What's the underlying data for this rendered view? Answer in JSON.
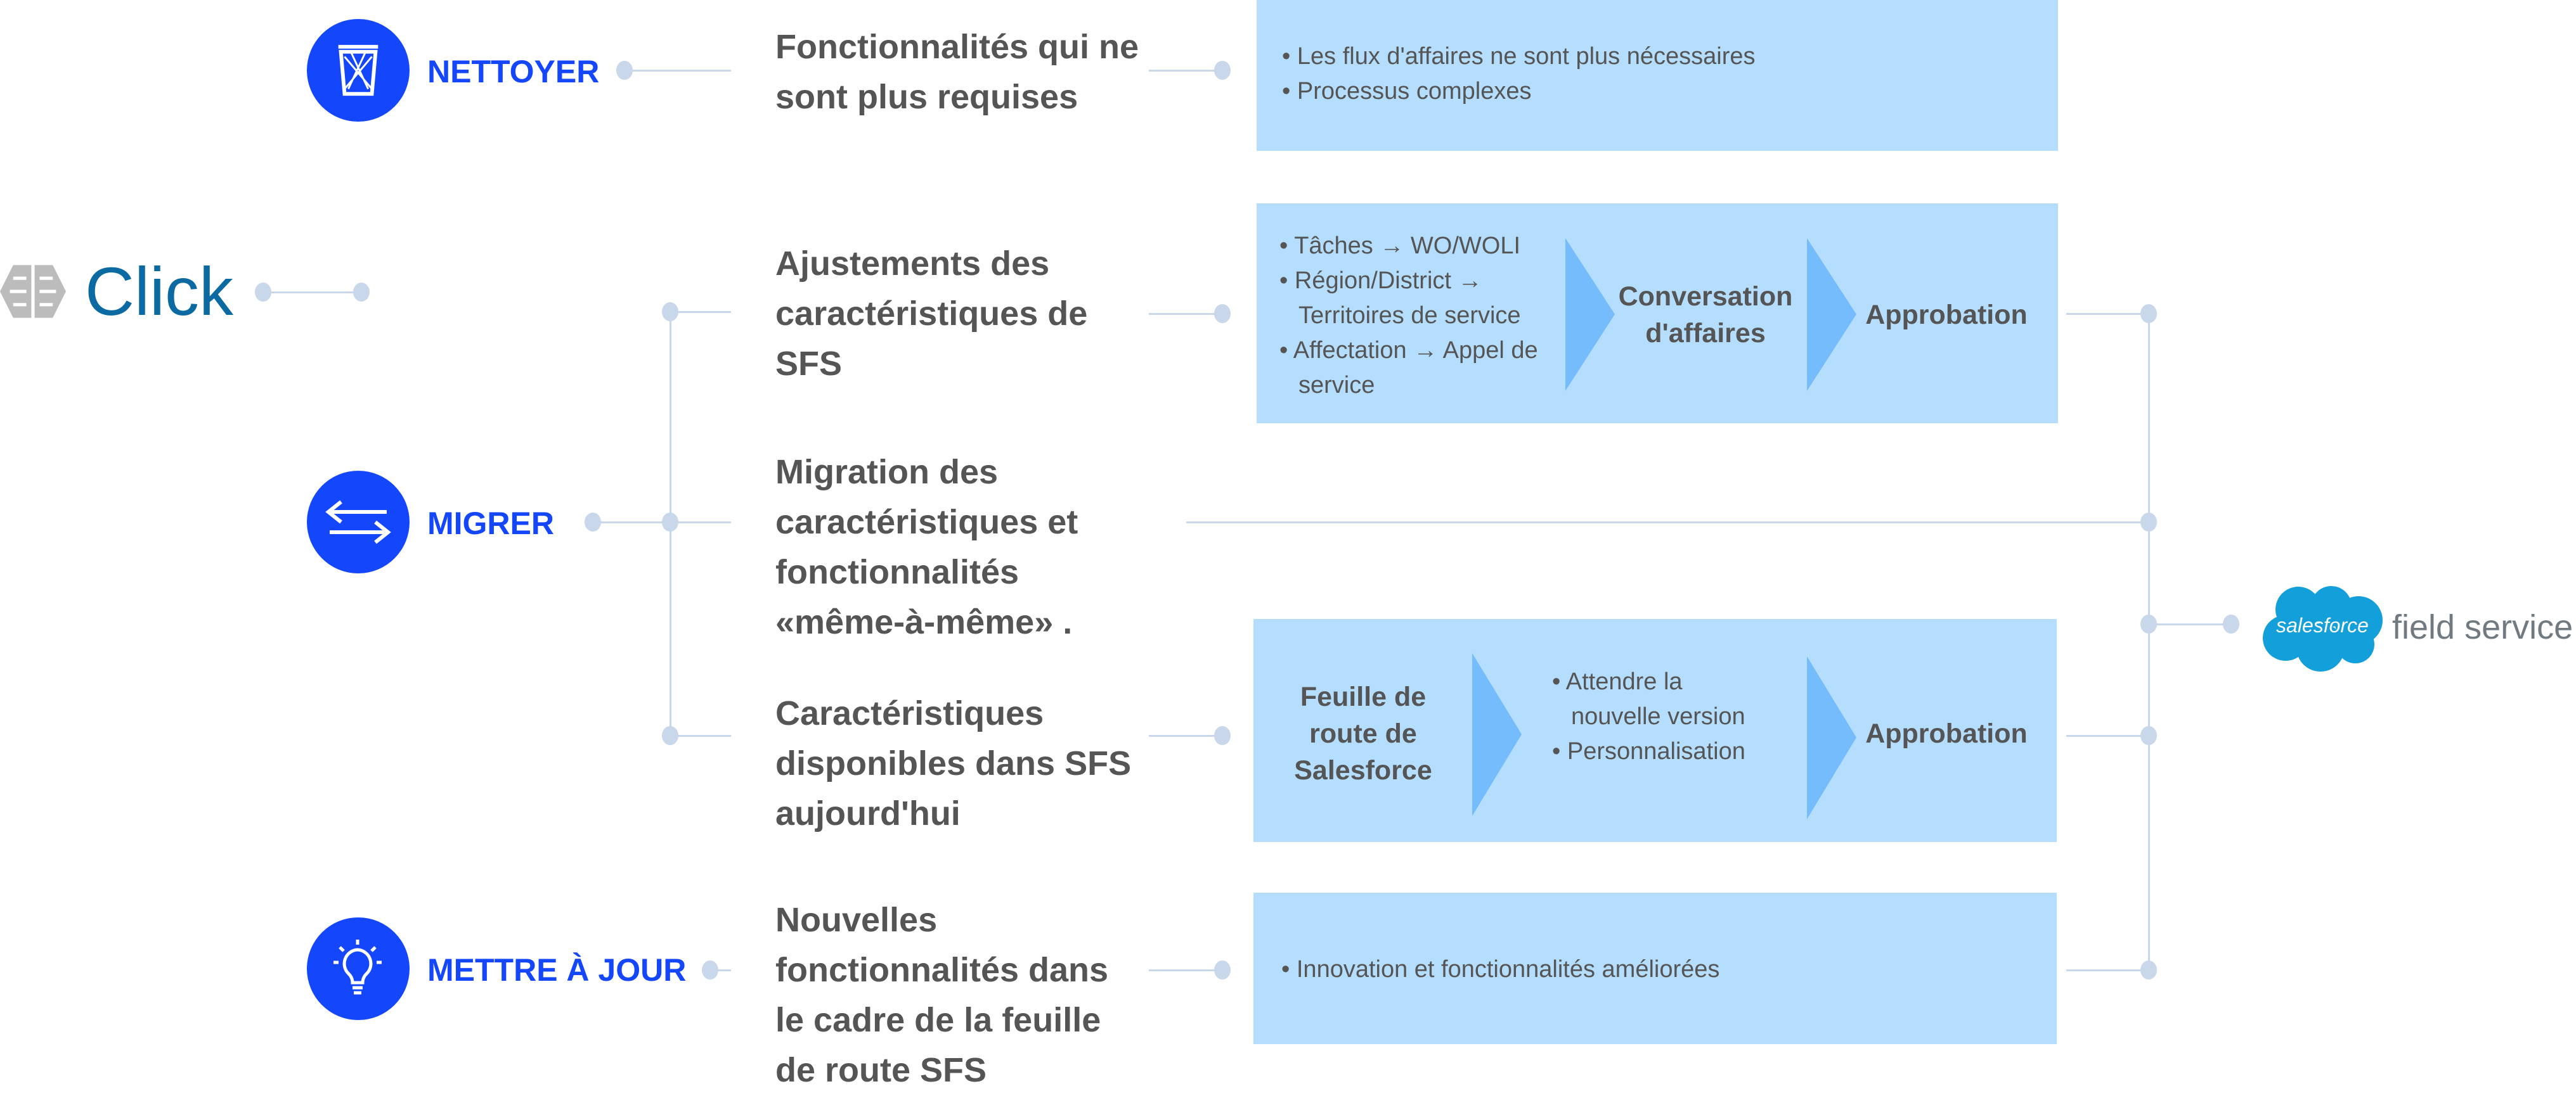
{
  "click_logo": {
    "text": "Click"
  },
  "salesforce_logo": {
    "cloud_text": "salesforce",
    "text": "field service"
  },
  "stages": [
    {
      "label": "NETTOYER",
      "icon": "trash-icon"
    },
    {
      "label": "MIGRER",
      "icon": "swap-arrows-icon"
    },
    {
      "label": "METTRE À JOUR",
      "icon": "lightbulb-icon"
    }
  ],
  "rows": [
    {
      "title": "Fonctionnalités qui ne sont plus requises",
      "bullets": [
        "Les flux d'affaires ne sont plus nécessaires",
        "Processus complexes"
      ]
    },
    {
      "title": "Ajustements des caractéristiques de SFS",
      "bullets": [
        "Tâches → WO/WOLI",
        "Région/District → Territoires de service",
        "Affectation → Appel de service"
      ],
      "step2": "Conversation d'affaires",
      "step3": "Approbation"
    },
    {
      "title": "Migration des caractéristiques et fonctionnalités «même-à-même» ."
    },
    {
      "title": "Caractéristiques disponibles dans SFS aujourd'hui",
      "step1": "Feuille de route de Salesforce",
      "bullets": [
        "Attendre la nouvelle version",
        "Personnalisation"
      ],
      "step3": "Approbation"
    },
    {
      "title": "Nouvelles fonctionnalités dans le cadre de la feuille de route SFS",
      "bullets": [
        "Innovation et fonctionnalités améliorées"
      ]
    }
  ],
  "colors": {
    "accent": "#1447fb",
    "box": "#b5ddfd",
    "chevron": "#75bcfc",
    "connector": "#c9d7ea"
  }
}
